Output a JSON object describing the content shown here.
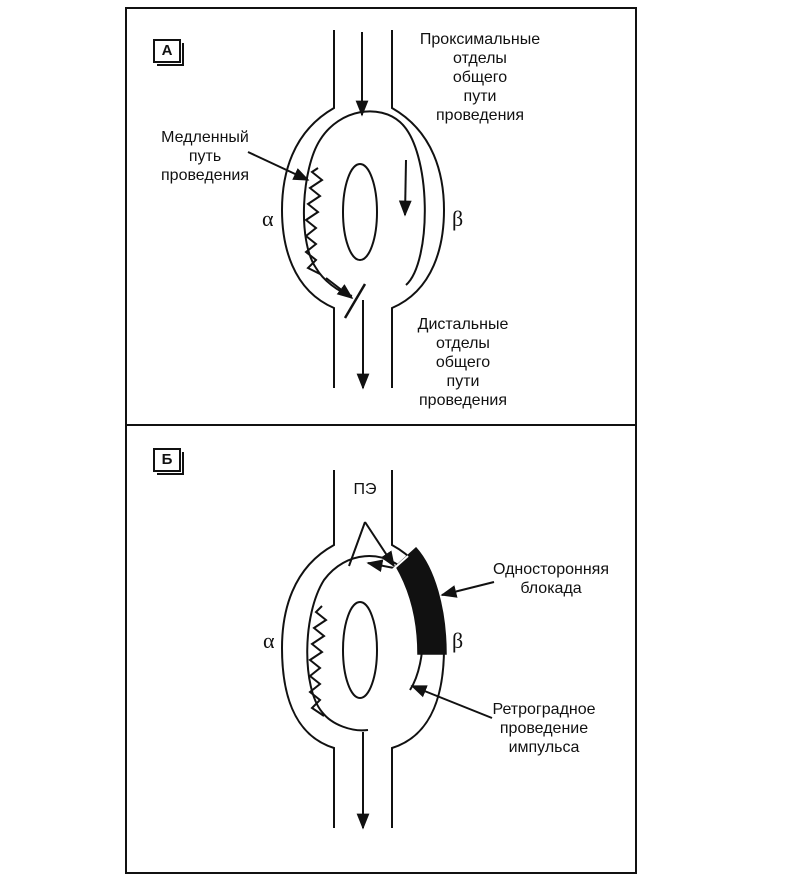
{
  "panel_a": {
    "letter": "А",
    "proximal_label": "Проксимальные\nотделы\nобщего\nпути\nпроведения",
    "slow_path_label": "Медленный\nпуть\nпроведения",
    "alpha": "α",
    "beta": "β",
    "distal_label": "Дистальные\nотделы\nобщего\nпути\nпроведения"
  },
  "panel_b": {
    "letter": "Б",
    "pe_label": "ПЭ",
    "block_label": "Односторонняя\nблокада",
    "alpha": "α",
    "beta": "β",
    "retro_label": "Ретроградное\nпроведение\nимпульса"
  },
  "colors": {
    "ink": "#111111",
    "background": "#ffffff"
  }
}
